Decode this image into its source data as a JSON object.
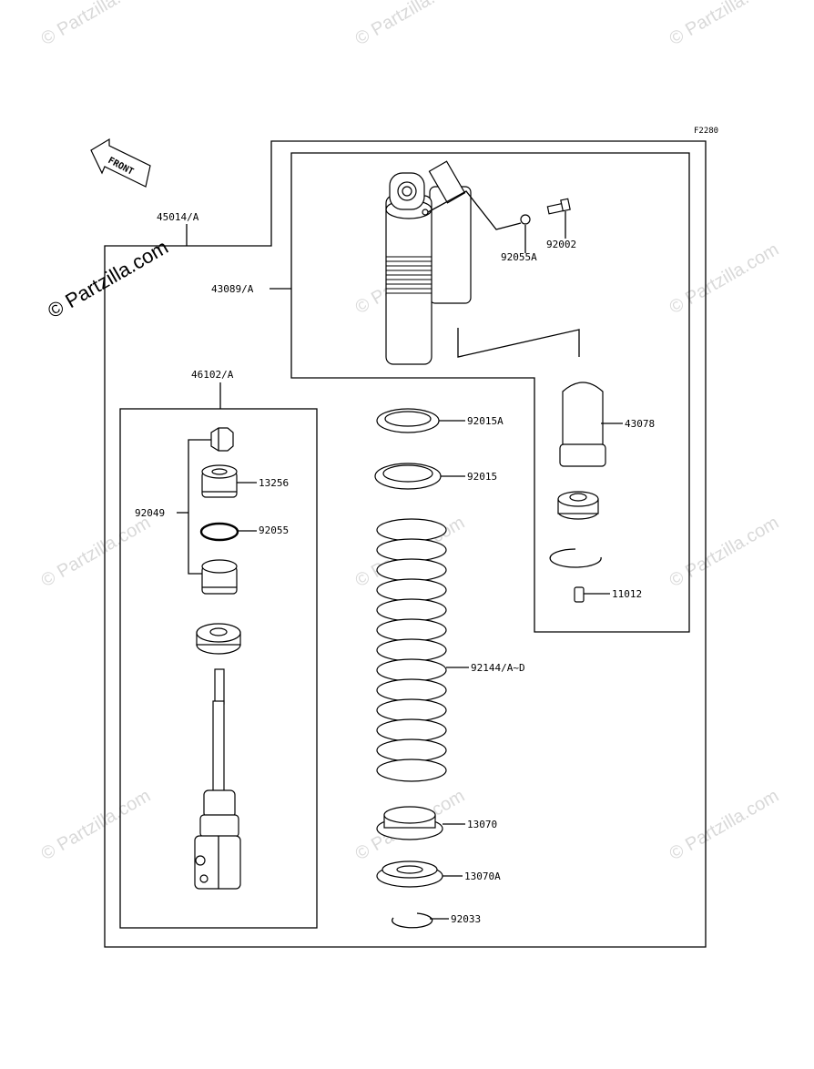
{
  "diagram_code": "F2280",
  "front_label": "FRONT",
  "watermark": "© Partzilla.com",
  "part_labels": {
    "p45014": "45014/A",
    "p43089": "43089/A",
    "p92055A": "92055A",
    "p92002": "92002",
    "p43078": "43078",
    "p11012": "11012",
    "p46102": "46102/A",
    "p92049": "92049",
    "p13256": "13256",
    "p92055": "92055",
    "p92015A": "92015A",
    "p92015": "92015",
    "p92144": "92144/A~D",
    "p13070": "13070",
    "p13070A": "13070A",
    "p92033": "92033"
  }
}
